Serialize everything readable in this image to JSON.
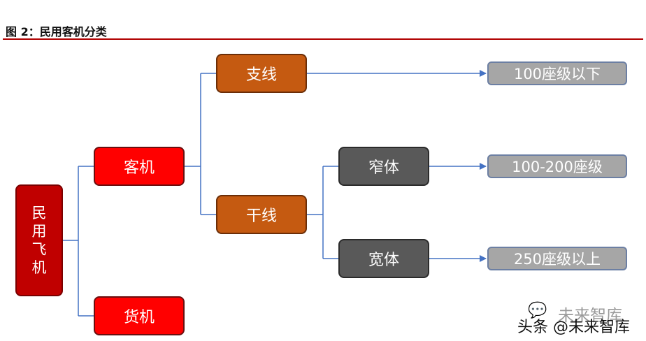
{
  "title": "图 2：民用客机分类",
  "colors": {
    "rule": "#b00000",
    "connector": "#4472c4",
    "root": "#c00000",
    "level1": "#ff0000",
    "level2": "#c55a11",
    "level3": "#595959",
    "leaf": "#a6a6a6"
  },
  "tree": {
    "root": [
      "民",
      "用",
      "飞",
      "机"
    ],
    "passenger": "客机",
    "cargo": "货机",
    "regional": "支线",
    "trunk": "干线",
    "narrow_body": "窄体",
    "wide_body": "宽体",
    "leaf_regional": "100座级以下",
    "leaf_narrow": "100-200座级",
    "leaf_wide": "250座级以上"
  },
  "watermark": {
    "logo": "wechat-icon",
    "text_top": "未来智库",
    "text_bottom": "头条 @未来智库"
  }
}
